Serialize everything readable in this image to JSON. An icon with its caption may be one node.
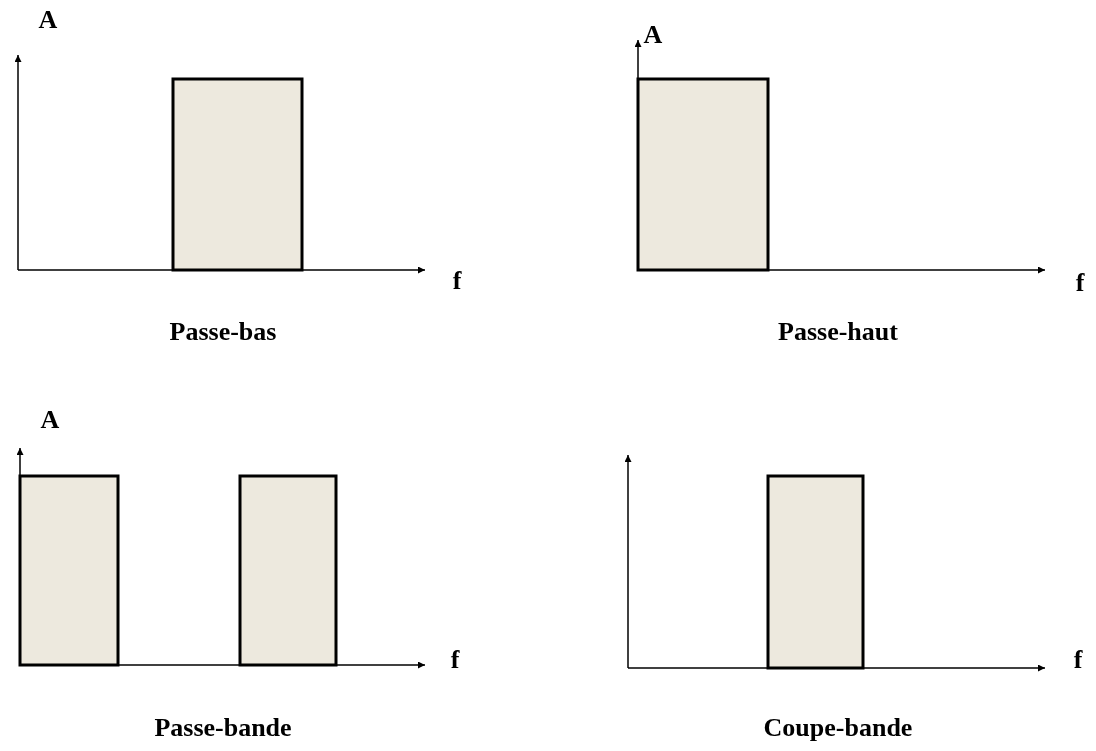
{
  "diagram": {
    "labels": [
      "A",
      "A",
      "f",
      "f",
      "Passe-bas",
      "Passe-haut",
      "A",
      "f",
      "f",
      "Passe-bande",
      "Coupe-bande"
    ]
  }
}
